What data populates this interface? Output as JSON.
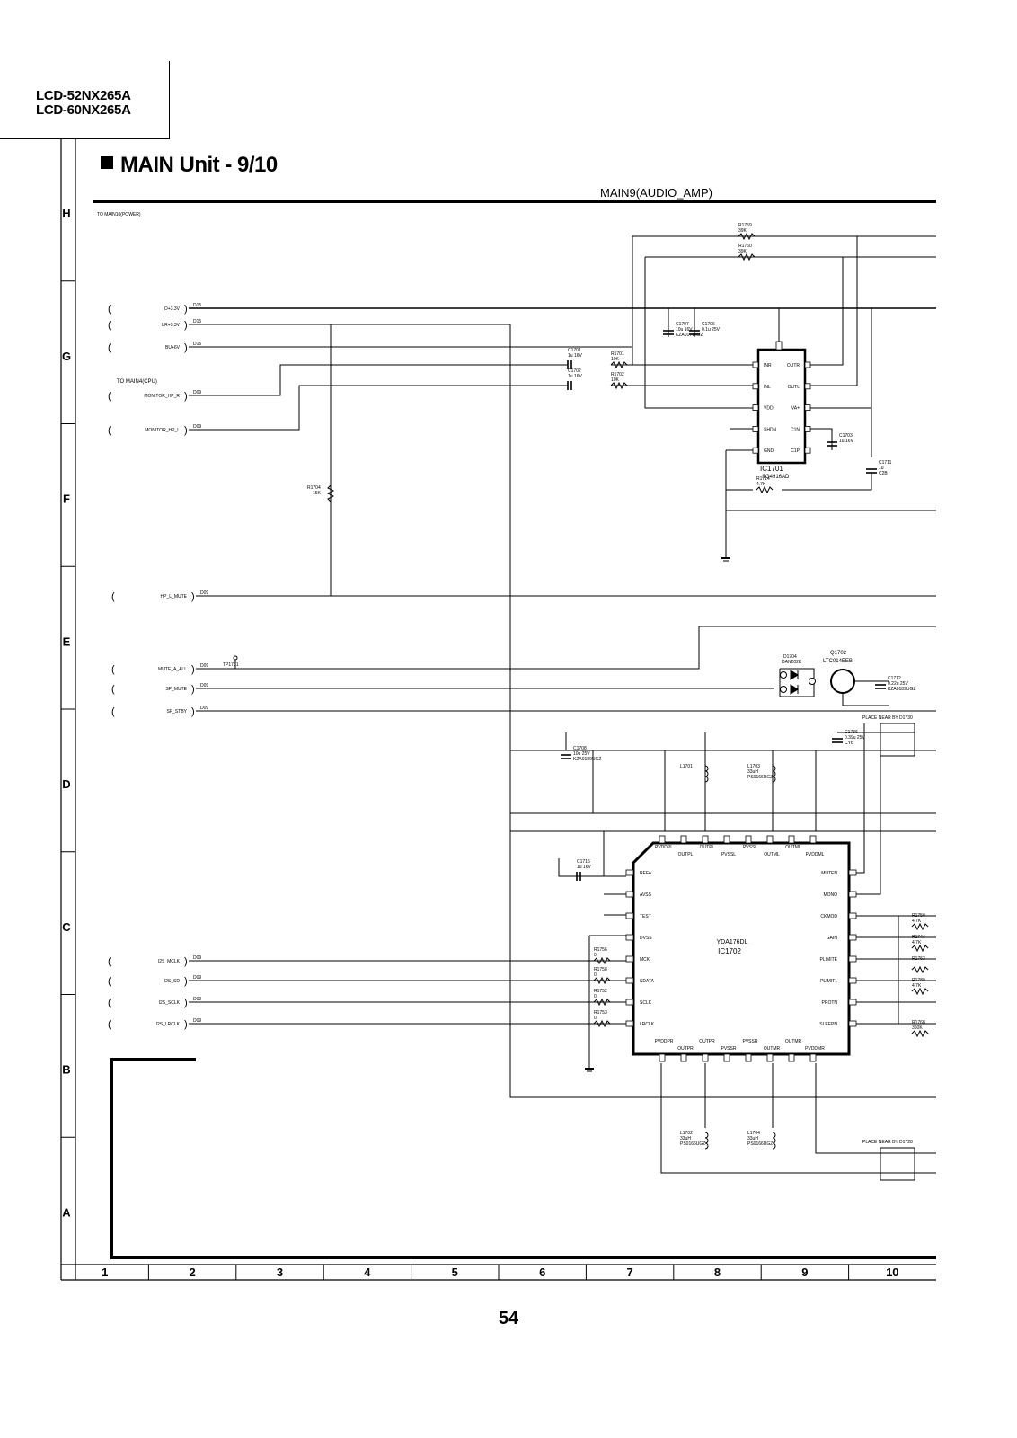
{
  "header": {
    "models": [
      "LCD-52NX265A",
      "LCD-60NX265A"
    ]
  },
  "page": {
    "title": "MAIN Unit - 9/10",
    "sheet_name": "MAIN9(AUDIO_AMP)",
    "page_number": "54"
  },
  "grid": {
    "rows": [
      "H",
      "G",
      "F",
      "E",
      "D",
      "C",
      "B",
      "A"
    ],
    "columns": [
      "1",
      "2",
      "3",
      "4",
      "5",
      "6",
      "7",
      "8",
      "9",
      "10"
    ]
  },
  "labels": {
    "to_power": "TO MAIN10(POWER)",
    "to_cpu": "TO MAIN4(CPU)",
    "place_near_1": "PLACE NEAR BY D1730",
    "place_near_2": "PLACE NEAR BY D1728",
    "tp": "TP1701"
  },
  "nets": [
    {
      "name": "D+3.3V",
      "ref": "D15"
    },
    {
      "name": "UR+3.3V",
      "ref": "D15"
    },
    {
      "name": "BU+6V",
      "ref": "D15"
    },
    {
      "name": "MONITOR_HP_R",
      "ref": "D09"
    },
    {
      "name": "MONITOR_HP_L",
      "ref": "D09"
    },
    {
      "name": "HP_L_MUTE",
      "ref": "D09"
    },
    {
      "name": "MUTE_A_ALL",
      "ref": "D09"
    },
    {
      "name": "SP_MUTE",
      "ref": "D09"
    },
    {
      "name": "SP_STBY",
      "ref": "D09"
    },
    {
      "name": "I2S_MCLK",
      "ref": "D09"
    },
    {
      "name": "I2S_SD",
      "ref": "D09"
    },
    {
      "name": "I2S_SCLK",
      "ref": "D09"
    },
    {
      "name": "I2S_LRCLK",
      "ref": "D09"
    }
  ],
  "ic1701": {
    "ref": "IC1701",
    "part": "SG4916AD",
    "left_pins": [
      "INR",
      "INL",
      "VDD",
      "SHDN",
      "GND"
    ],
    "right_pins": [
      "OUTR",
      "OUTL",
      "VA+",
      "C1N",
      "C1P"
    ]
  },
  "ic1702": {
    "ref": "IC1702",
    "part": "YDA176DL",
    "left_pins": [
      "REFA",
      "AVSS",
      "TEST",
      "DVSS",
      "MCK",
      "SDATA",
      "SCLK",
      "LRCLK"
    ],
    "right_pins": [
      "MUTEN",
      "MONO",
      "CKMOD",
      "GAIN",
      "PLIMITE",
      "PLIMIT1",
      "PROTN",
      "SLEEPN"
    ],
    "top_pins": [
      "PVDDPL",
      "OUTPL",
      "OUTPL",
      "PVSSL",
      "PVSSL",
      "OUTML",
      "OUTML",
      "PVDDML"
    ],
    "bottom_pins": [
      "PVDDPR",
      "OUTPR",
      "OUTPR",
      "PVSSR",
      "PVSSR",
      "OUTMR",
      "OUTMR",
      "PVDDMR"
    ]
  },
  "q1702": {
    "ref": "Q1702",
    "part": "LTC014EEB",
    "diode": "D1704",
    "diode_part": "DAN202K"
  },
  "resistors": [
    {
      "ref": "R1759",
      "value": "39K"
    },
    {
      "ref": "R1760",
      "value": "39K"
    },
    {
      "ref": "R1701",
      "value": "10K"
    },
    {
      "ref": "R1702",
      "value": "10K"
    },
    {
      "ref": "R1704",
      "value": "15K"
    },
    {
      "ref": "R1714",
      "value": "4.7K"
    },
    {
      "ref": "R1756",
      "value": "0"
    },
    {
      "ref": "R1758",
      "value": "0"
    },
    {
      "ref": "R1752",
      "value": "0"
    },
    {
      "ref": "R1753",
      "value": "0"
    },
    {
      "ref": "R1750",
      "value": "4.7K"
    },
    {
      "ref": "R1744",
      "value": "4.7K"
    },
    {
      "ref": "R1763",
      "value": ""
    },
    {
      "ref": "R1789",
      "value": "4.7K"
    },
    {
      "ref": "R1768",
      "value": "360K"
    }
  ],
  "capacitors": [
    {
      "ref": "C1707",
      "value": "10u 16V",
      "part": "KZA0171MJZ"
    },
    {
      "ref": "C1706",
      "value": "0.1u 25V"
    },
    {
      "ref": "C1701",
      "value": "1u 16V"
    },
    {
      "ref": "C1702",
      "value": "1u 16V"
    },
    {
      "ref": "C1703",
      "value": "1u 16V"
    },
    {
      "ref": "C1711",
      "value": "1u",
      "part": "C2B"
    },
    {
      "ref": "C1708",
      "value": "10u 25V",
      "part": "KZA0189UGZ"
    },
    {
      "ref": "C1716",
      "value": "1u 16V"
    },
    {
      "ref": "C1712",
      "value": "0.22u 25V",
      "part": "KZA0189UGZ"
    },
    {
      "ref": "C1736",
      "value": "0.39u 25V",
      "part": "CYB"
    }
  ],
  "inductors": [
    {
      "ref": "L1701",
      "value": ""
    },
    {
      "ref": "L1703",
      "value": "33uH",
      "part": "PS0166UGZ"
    },
    {
      "ref": "L1702",
      "value": "33uH",
      "part": "PS0166UGZ"
    },
    {
      "ref": "L1704",
      "value": "33uH",
      "part": "PS0166UGZ"
    }
  ],
  "colors": {
    "ink": "#000000",
    "paper": "#ffffff"
  }
}
